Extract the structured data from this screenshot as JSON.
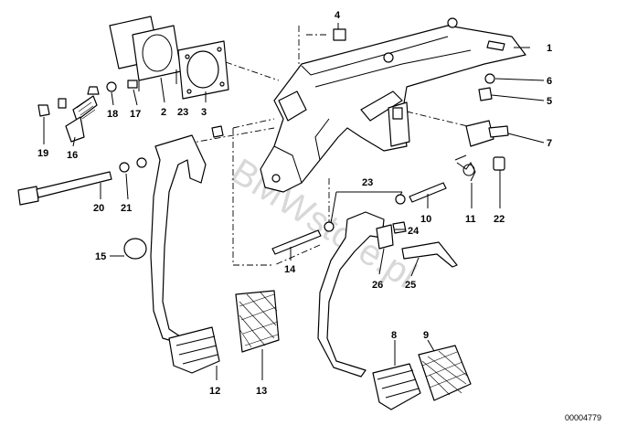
{
  "diagram": {
    "reference_number": "00004779",
    "watermark": "BMWstore.pl",
    "callouts": [
      "1",
      "2",
      "3",
      "4",
      "5",
      "6",
      "7",
      "8",
      "9",
      "10",
      "11",
      "12",
      "13",
      "14",
      "15",
      "16",
      "17",
      "18",
      "19",
      "20",
      "21",
      "22",
      "23",
      "23",
      "24",
      "25",
      "26"
    ]
  }
}
